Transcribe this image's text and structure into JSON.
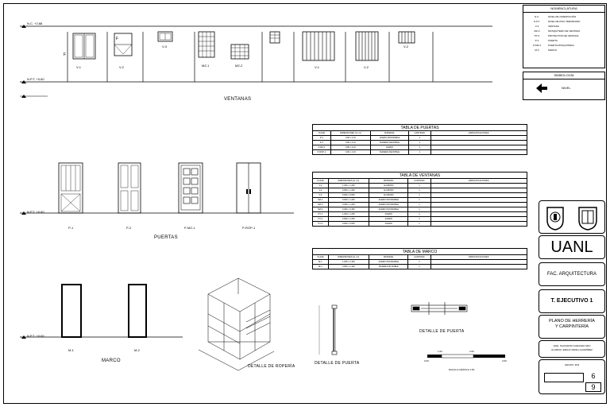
{
  "elevation": {
    "nc": "N.C. +2.88",
    "npt": "N.P.T. +0.60"
  },
  "windows": {
    "labels": [
      "V-1",
      "V-2",
      "V-3",
      "MZ-1",
      "MZ-2",
      "V-1",
      "V-2",
      "V-2"
    ],
    "section_title": "VENTANAS"
  },
  "doors": {
    "labels": [
      "P-1",
      "P-2",
      "P-MZ-1",
      "P-ROP-1"
    ],
    "section_title": "PUERTAS",
    "npt": "N.P.T. +0.60"
  },
  "frames": {
    "labels": [
      "M-1",
      "M-2"
    ],
    "section_title": "MARCO",
    "npt": "N.P.T. +0.60"
  },
  "details": {
    "ropero": "DETALLE DE ROPERÍA",
    "puerta1": "DETALLE DE PUERTA",
    "puerta2": "DETALLE DE PUERTA"
  },
  "scale": {
    "label": "ESCALA GRÁFICA 1:50",
    "ticks": [
      "0.00",
      "1.00",
      "2.00",
      "3.00"
    ]
  },
  "tables": {
    "puertas": {
      "title": "TABLA DE PUERTAS",
      "headers": [
        "CLAVE",
        "DIMENSIONES (H x A)",
        "MATERIAL",
        "CANTIDAD",
        "ESPECIFICACIONES"
      ],
      "rows": [
        [
          "P-1",
          "0.90 x 2.10",
          "ACERO INOXIDABLE",
          "1",
          ""
        ],
        [
          "P-2",
          "0.80 x 2.10",
          "MADERA DE ROBLE",
          "1",
          ""
        ],
        [
          "P-MZ-1",
          "0.80 x 2.10",
          "ACERO",
          "1",
          ""
        ],
        [
          "P-ROP-1",
          "0.90 x 2.10",
          "MADERA DE ROBLE",
          "1",
          ""
        ]
      ]
    },
    "ventanas": {
      "title": "TABLA DE VENTANAS",
      "headers": [
        "CLAVE",
        "DIMENSIONES (H x A)",
        "MATERIAL",
        "CANTIDAD",
        "ESPECIFICACIONES"
      ],
      "rows": [
        [
          "V-1",
          "1.200 x 1.200",
          "ALUMINIO",
          "1",
          ""
        ],
        [
          "V-2",
          "0.900 x 1.200",
          "ALUMINIO",
          "1",
          ""
        ],
        [
          "V-3",
          "0.600 x 0.600",
          "ALUMINIO",
          "1",
          ""
        ],
        [
          "MZ-1",
          "0.600 x 1.200",
          "ACERO INOXIDABLE",
          "1",
          ""
        ],
        [
          "MZ-2",
          "0.400 x 1.200",
          "ACERO INOXIDABLE",
          "1",
          ""
        ],
        [
          "MZ-3",
          "0.300 x 0.400",
          "ACERO INOXIDABLE",
          "1",
          ""
        ],
        [
          "PT-1",
          "1.200 x 1.200",
          "ACERO",
          "1",
          ""
        ],
        [
          "PT-2",
          "0.900 x 1.200",
          "ACERO",
          "1",
          ""
        ],
        [
          "PT-3",
          "0.600 x 0.600",
          "ACERO",
          "1",
          ""
        ]
      ]
    },
    "marco": {
      "title": "TABLA DE MARCO",
      "headers": [
        "CLAVE",
        "DIMENSIONES (H x A)",
        "MATERIAL",
        "CANTIDAD",
        "ESPECIFICACIONES"
      ],
      "rows": [
        [
          "M-1",
          "1.200 x 2.100",
          "ACERO INOXIDABLE",
          "1",
          ""
        ],
        [
          "M-2",
          "0.900 x 2.100",
          "MADERA DE ROBLE",
          "1",
          ""
        ]
      ]
    }
  },
  "nomenclatura": {
    "title": "NOMENCLATURA",
    "items": [
      [
        "N.C.",
        "NIVEL DE CIMENTACIÓN"
      ],
      [
        "N.P.T.",
        "NIVEL DE PISO TERMINADO"
      ],
      [
        "V-3",
        "VENTANA"
      ],
      [
        "MZ-3",
        "MOSQUITERO DE VENTANA"
      ],
      [
        "PT-3",
        "PROTECTOR DE VENTANA"
      ],
      [
        "P-3",
        "PUERTA"
      ],
      [
        "P-MZ-3",
        "PUERTA MOSQUITERA"
      ],
      [
        "M-3",
        "MARCO"
      ]
    ]
  },
  "simbologia": {
    "title": "SIMBOLOGÍA",
    "items": [
      [
        "NIVEL"
      ]
    ]
  },
  "titleblock": {
    "uni": "UANL",
    "fac": "FAC. ARQUITECTURA",
    "course": "T. EJECUTIVO  1",
    "plan": "PLANO DE HERRERÍA Y CARPINTERÍA",
    "people": [
      "ARQ. SALVADOR GUEVARA GRO",
      "ALUMNO: EMILIO PADILLA RAMÍREZ"
    ],
    "group": "GRUPO: 2N3",
    "sheet": "6",
    "total": "9"
  }
}
